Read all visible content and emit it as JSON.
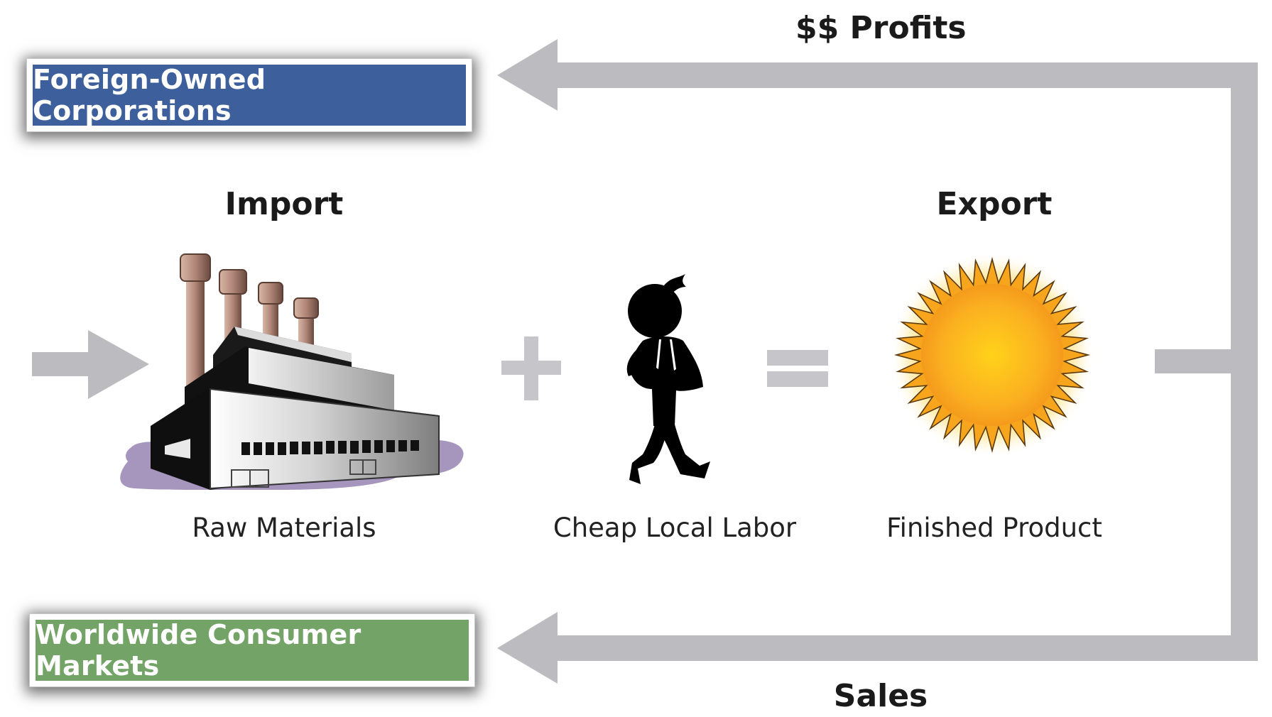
{
  "boxes": {
    "corporations": {
      "label": "Foreign-Owned Corporations",
      "color": "#3d5f9c"
    },
    "markets": {
      "label": "Worldwide Consumer Markets",
      "color": "#73a366"
    }
  },
  "flows": {
    "profits_label": "$$ Profits",
    "sales_label": "Sales",
    "arrow_color": "#bcbcc0"
  },
  "stages": {
    "import_label": "Import",
    "export_label": "Export"
  },
  "items": [
    {
      "caption": "Raw Materials",
      "icon": "factory-icon"
    },
    {
      "caption": "Cheap Local Labor",
      "icon": "person-icon"
    },
    {
      "caption": "Finished Product",
      "icon": "sun-icon"
    }
  ],
  "operators": {
    "plus": "+",
    "equals": "="
  }
}
